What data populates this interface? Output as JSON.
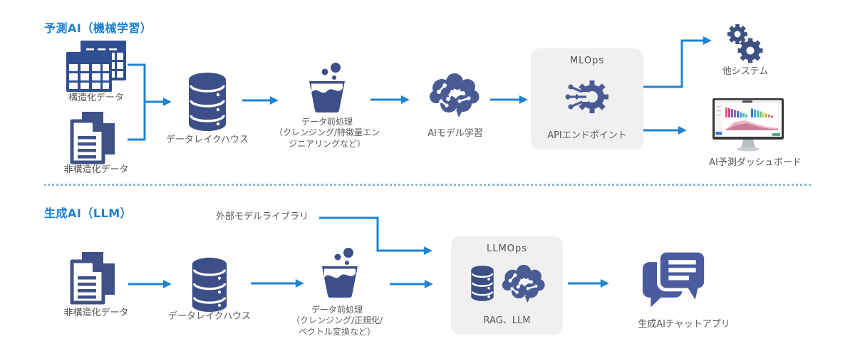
{
  "colors": {
    "title_blue": "#1a7fd1",
    "arrow_blue": "#1f83d2",
    "icon_navy": "#3d4f88",
    "icon_slate": "#4a5b94",
    "label_gray": "#595959",
    "ops_box_bg": "#f0f0f1",
    "divider_blue": "#8cb9de"
  },
  "predictive": {
    "title": "予測AI（機械学習）",
    "structured_data_label": "構造化データ",
    "unstructured_data_label": "非構造化データ",
    "lakehouse_label": "データレイクハウス",
    "preprocess_label": "データ前処理\n（クレンジング/特徴量エン\nジニアリングなど）",
    "training_label": "AIモデル学習",
    "mlops": {
      "title": "MLOps",
      "caption": "APIエンドポイント"
    },
    "other_systems_label": "他システム",
    "dashboard_label": "AI予測ダッシュボード"
  },
  "generative": {
    "title": "生成AI（LLM）",
    "external_library_label": "外部モデルライブラリ",
    "unstructured_data_label": "非構造化データ",
    "lakehouse_label": "データレイクハウス",
    "preprocess_label": "データ前処理\n（クレンジング/正規化/\nベクトル変換など）",
    "llmops": {
      "title": "LLMOps",
      "caption": "RAG、LLM"
    },
    "chat_app_label": "生成AIチャットアプリ"
  }
}
